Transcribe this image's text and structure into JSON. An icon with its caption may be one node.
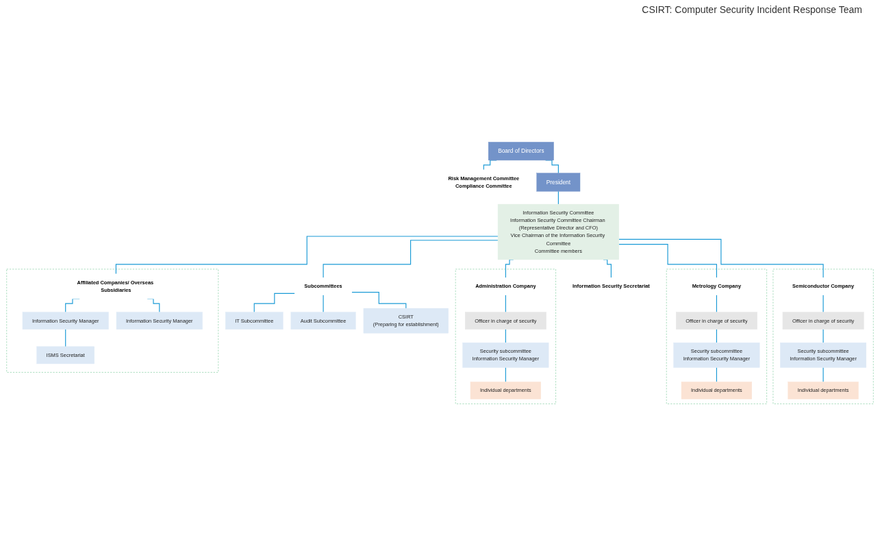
{
  "diagram": {
    "nodes": [
      {
        "text": [
          "Board of Directors"
        ]
      },
      {
        "text": [
          "Risk Management Committee",
          "Compliance Committee"
        ]
      },
      {
        "text": [
          "President"
        ]
      },
      {
        "text": [
          "Information Security Committee",
          "Information Security Committee Chairman (Representative Director and CFO)",
          "Vice Chairman of the Information Security Committee",
          "Committee members"
        ]
      },
      {
        "text": [
          "Subcommittees"
        ]
      },
      {
        "text": [
          "IT Subcommittee"
        ]
      },
      {
        "text": [
          "Audit Subcommittee"
        ]
      },
      {
        "text": [
          "CSIRT",
          "(Preparing for establishment)"
        ]
      },
      {
        "text": [
          "Information Security Secretariat"
        ]
      },
      {
        "text": [],
        "shape": "box"
      },
      {
        "text": [
          "Semiconductor Company"
        ],
        "in": 9
      },
      {
        "text": [
          "Officer in charge of security"
        ],
        "in": 9
      },
      {
        "text": [
          "Security subcommittee",
          "Information Security Manager"
        ],
        "in": 9
      },
      {
        "text": [
          "Individual departments"
        ],
        "in": 9
      },
      {
        "text": [],
        "shape": "box"
      },
      {
        "text": [
          "Metrology Company"
        ],
        "in": 14
      },
      {
        "text": [
          "Officer in charge of security"
        ],
        "in": 14
      },
      {
        "text": [
          "Security subcommittee",
          "Information Security Manager"
        ],
        "in": 14
      },
      {
        "text": [
          "Individual departments"
        ],
        "in": 14
      },
      {
        "text": [],
        "shape": "box"
      },
      {
        "text": [
          "Administration Company"
        ],
        "in": 19
      },
      {
        "text": [
          "Officer in charge of security"
        ],
        "in": 19
      },
      {
        "text": [
          "Security subcommittee",
          "Information Security Manager"
        ],
        "in": 19
      },
      {
        "text": [
          "Individual departments"
        ],
        "in": 19
      },
      {
        "text": [],
        "shape": "box"
      },
      {
        "text": [
          "Affiliated Companies/ Overseas Subsidiaries"
        ],
        "in": 24
      },
      {
        "text": [
          "Information Security Manager"
        ],
        "in": 24
      },
      {
        "text": [
          "ISMS Secretariat"
        ],
        "in": 24
      },
      {
        "text": [
          "Information Security Manager"
        ],
        "in": 24
      }
    ],
    "edges": [
      {
        "from": 0,
        "to": 1,
        "arrow": "none"
      },
      {
        "from": 0,
        "to": 2,
        "arrow": "none"
      },
      {
        "from": 2,
        "to": 3,
        "arrow": "none"
      },
      {
        "from": 3,
        "to": 4,
        "arrow": "none"
      },
      {
        "from": 4,
        "to": 5,
        "arrow": "none"
      },
      {
        "from": 4,
        "to": 6,
        "arrow": "none"
      },
      {
        "from": 4,
        "to": 7,
        "arrow": "none"
      },
      {
        "from": 3,
        "to": 8,
        "arrow": "none"
      },
      {
        "from": 3,
        "to": 10,
        "arrow": "none"
      },
      {
        "from": 10,
        "to": 11,
        "arrow": "none"
      },
      {
        "from": 11,
        "to": 12,
        "arrow": "none"
      },
      {
        "from": 12,
        "to": 13,
        "arrow": "none"
      },
      {
        "from": 3,
        "to": 15,
        "arrow": "none"
      },
      {
        "from": 15,
        "to": 16,
        "arrow": "none"
      },
      {
        "from": 16,
        "to": 17,
        "arrow": "none"
      },
      {
        "from": 17,
        "to": 18,
        "arrow": "none"
      },
      {
        "from": 3,
        "to": 20,
        "arrow": "none"
      },
      {
        "from": 20,
        "to": 21,
        "arrow": "none"
      },
      {
        "from": 21,
        "to": 22,
        "arrow": "none"
      },
      {
        "from": 22,
        "to": 23,
        "arrow": "none"
      },
      {
        "from": 3,
        "to": 25,
        "arrow": "none"
      },
      {
        "from": 25,
        "to": 26,
        "arrow": "none"
      },
      {
        "from": 26,
        "to": 27,
        "arrow": "none"
      },
      {
        "from": 25,
        "to": 28,
        "arrow": "none"
      }
    ],
    "labels": [
      "CSIRT: Computer Security Incident Response Team"
    ]
  }
}
